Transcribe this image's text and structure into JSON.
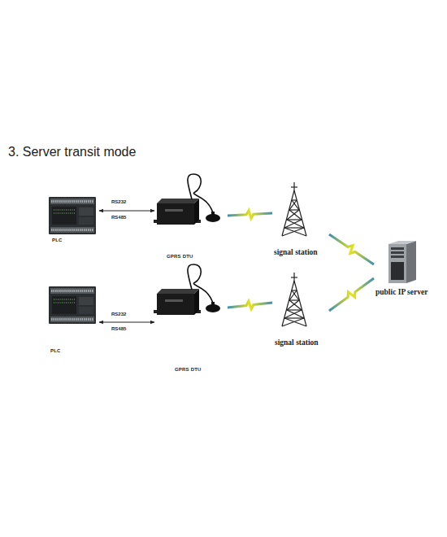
{
  "diagram": {
    "title": "3. Server transit mode",
    "nodes": [
      {
        "text": [
          "PLC"
        ]
      },
      {
        "text": [
          "GPRS DTU"
        ]
      },
      {
        "text": [
          "signal station"
        ]
      },
      {
        "text": [
          "public IP server"
        ]
      },
      {
        "text": [
          "PLC"
        ]
      },
      {
        "text": [
          "GPRS DTU"
        ]
      },
      {
        "text": [
          "signal station"
        ]
      }
    ],
    "edges": [
      {
        "from": 0,
        "to": 1,
        "label": "RS232",
        "arrow": "both"
      },
      {
        "from": 1,
        "to": 2,
        "arrow": "none"
      },
      {
        "from": 2,
        "to": 3,
        "arrow": "none"
      },
      {
        "from": 4,
        "to": 5,
        "label": "RS232",
        "arrow": "both"
      },
      {
        "from": 5,
        "to": 6,
        "arrow": "none"
      },
      {
        "from": 6,
        "to": 3,
        "arrow": "none"
      }
    ],
    "labels": [
      "RS485",
      "RS485"
    ]
  }
}
